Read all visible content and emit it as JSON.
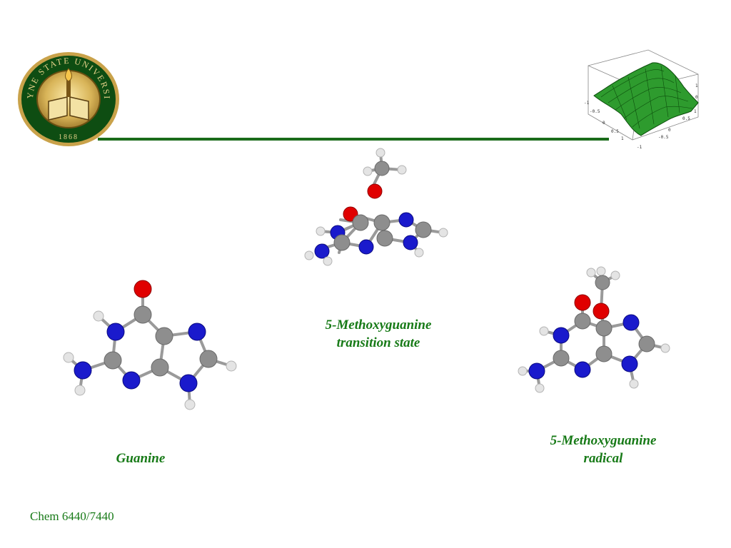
{
  "colors": {
    "accent_green": "#1a6b1a",
    "caption_green": "#177a17",
    "oxygen": "#e00000",
    "nitrogen": "#1a1acc",
    "carbon": "#8a8a8a",
    "hydrogen": "#e0e0e0"
  },
  "seal": {
    "text": "WAYNE STATE UNIVERSITY",
    "year": "1868"
  },
  "surface_plot": {
    "tick_labels": [
      "-1",
      "-0.5",
      "0",
      "0.5",
      "1"
    ]
  },
  "molecules": {
    "guanine": {
      "caption": "Guanine"
    },
    "transition_state": {
      "caption_line1": "5-Methoxyguanine",
      "caption_line2": "transition state"
    },
    "radical": {
      "caption_line1": "5-Methoxyguanine",
      "caption_line2": "radical"
    }
  },
  "footer": {
    "course": "Chem 6440/7440"
  }
}
